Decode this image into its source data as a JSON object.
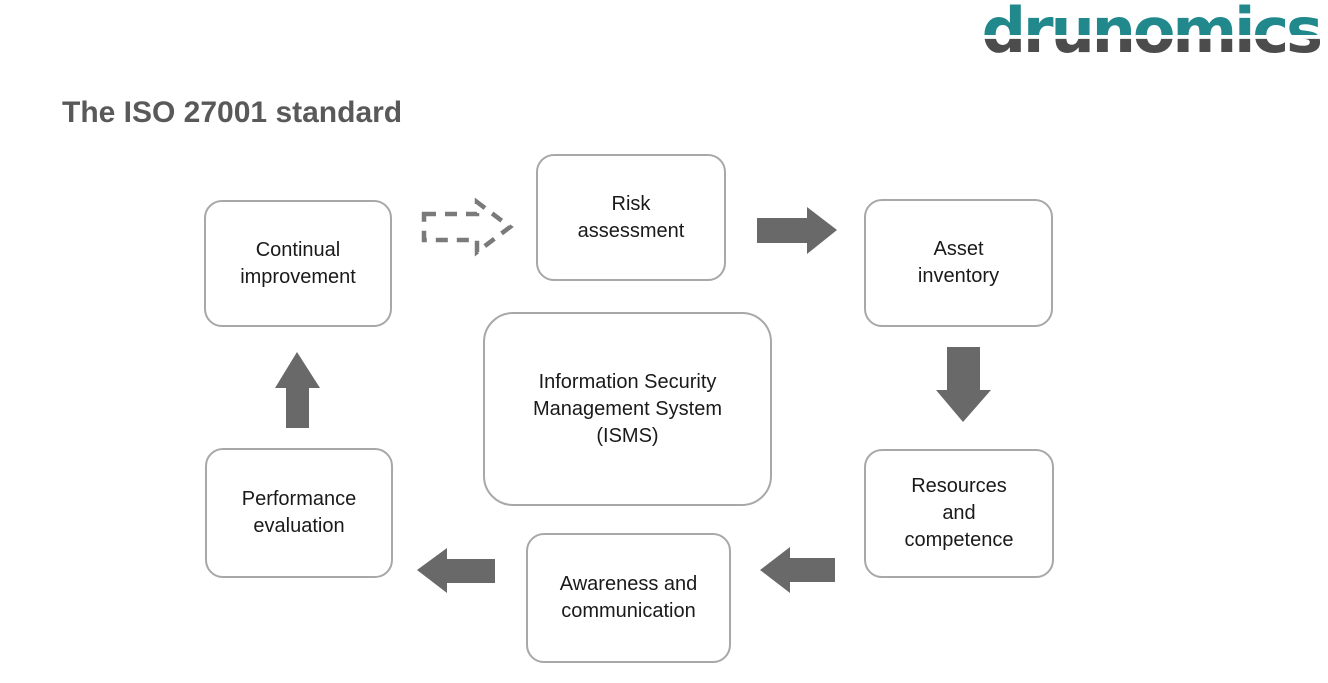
{
  "brand": {
    "name": "drunomics",
    "color_top": "#21898c",
    "color_bottom": "#4c4c4c"
  },
  "title": {
    "text": "The ISO 27001 standard",
    "color": "#595959"
  },
  "diagram": {
    "nodes": [
      {
        "id": "continual-improvement",
        "label": "Continual\nimprovement"
      },
      {
        "id": "risk-assessment",
        "label": "Risk\nassessment"
      },
      {
        "id": "asset-inventory",
        "label": "Asset\ninventory"
      },
      {
        "id": "resources-competence",
        "label": "Resources\nand\ncompetence"
      },
      {
        "id": "awareness-communication",
        "label": "Awareness and\ncommunication"
      },
      {
        "id": "performance-evaluation",
        "label": "Performance\nevaluation"
      },
      {
        "id": "isms",
        "label": "Information Security\nManagement System\n(ISMS)"
      }
    ],
    "arrows": [
      {
        "from": "continual-improvement",
        "to": "risk-assessment",
        "style": "dashed",
        "direction": "right"
      },
      {
        "from": "risk-assessment",
        "to": "asset-inventory",
        "style": "solid",
        "direction": "right"
      },
      {
        "from": "asset-inventory",
        "to": "resources-competence",
        "style": "solid",
        "direction": "down"
      },
      {
        "from": "resources-competence",
        "to": "awareness-communication",
        "style": "solid",
        "direction": "left"
      },
      {
        "from": "awareness-communication",
        "to": "performance-evaluation",
        "style": "solid",
        "direction": "left"
      },
      {
        "from": "performance-evaluation",
        "to": "continual-improvement",
        "style": "solid",
        "direction": "up"
      }
    ],
    "colors": {
      "box_border": "#a8a8a8",
      "box_text": "#1a1a1a",
      "arrow_fill": "#696969",
      "dashed_arrow_stroke": "#7a7a7a"
    }
  }
}
